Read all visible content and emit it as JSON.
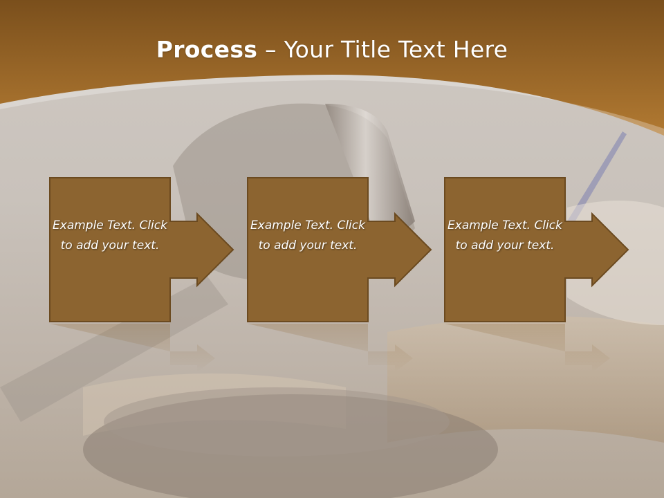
{
  "title": {
    "bold": "Process",
    "rest": " – Your Title Text Here"
  },
  "steps": [
    {
      "text": "Example Text. Click  to add your text."
    },
    {
      "text": "Example Text. Click  to add your text."
    },
    {
      "text": "Example Text. Click  to add your text."
    }
  ],
  "colors": {
    "header": "#a36e2c",
    "box_fill": "#8c6430",
    "box_stroke": "#6b4a20",
    "text": "#ffffff"
  }
}
